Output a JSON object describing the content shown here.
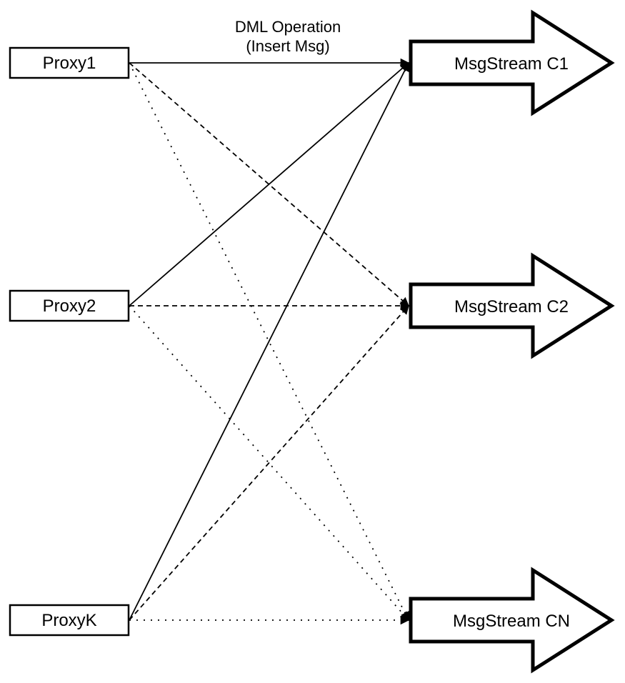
{
  "diagram": {
    "title": {
      "line1": "DML Operation",
      "line2": "(Insert Msg)"
    },
    "proxies": [
      {
        "label": "Proxy1"
      },
      {
        "label": "Proxy2"
      },
      {
        "label": "ProxyK"
      }
    ],
    "streams": [
      {
        "label": "MsgStream C1"
      },
      {
        "label": "MsgStream C2"
      },
      {
        "label": "MsgStream CN"
      }
    ],
    "edges": [
      {
        "from": "Proxy1",
        "to": "MsgStream C1",
        "style": "solid"
      },
      {
        "from": "Proxy1",
        "to": "MsgStream C2",
        "style": "dashed"
      },
      {
        "from": "Proxy1",
        "to": "MsgStream CN",
        "style": "dotted"
      },
      {
        "from": "Proxy2",
        "to": "MsgStream C1",
        "style": "solid"
      },
      {
        "from": "Proxy2",
        "to": "MsgStream C2",
        "style": "dashed"
      },
      {
        "from": "Proxy2",
        "to": "MsgStream CN",
        "style": "dotted"
      },
      {
        "from": "ProxyK",
        "to": "MsgStream C1",
        "style": "solid"
      },
      {
        "from": "ProxyK",
        "to": "MsgStream C2",
        "style": "dashed"
      },
      {
        "from": "ProxyK",
        "to": "MsgStream CN",
        "style": "dotted"
      }
    ],
    "colors": {
      "stroke": "#000000",
      "fill": "#ffffff"
    }
  }
}
